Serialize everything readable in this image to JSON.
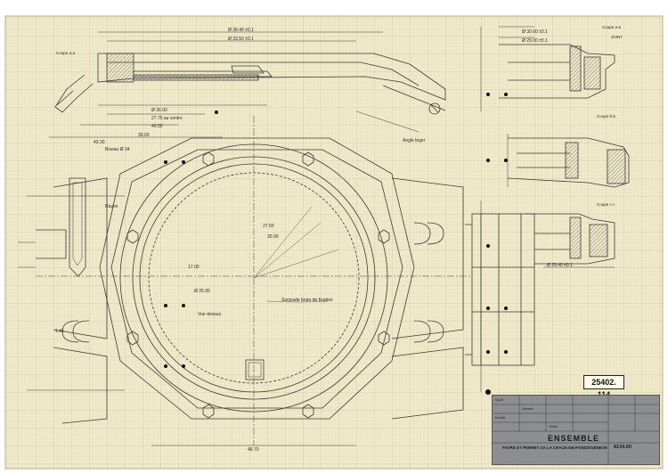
{
  "colors": {
    "paper": "#efe9c9",
    "grid_minor": "#d9d2b0",
    "grid_major": "#c7bf9a",
    "ink": "#3a3a3a",
    "title_block_bg": "#8d8e90"
  },
  "sections": {
    "a_a_top_left": "Coupe a-a",
    "a_a_right": "Coupe a-a",
    "joint": "JOINT",
    "b_b": "Coupe b-b",
    "c_c": "Coupe c-c"
  },
  "dimensions": {
    "top_1": "Ø 38.40 ±0.1",
    "top_2": "Ø 33.50 ±0.1",
    "d_36": "Ø 36.00",
    "au_centre": "27.75 au centre",
    "d_4050": "40.50",
    "d_3900": "39.00",
    "d_4330": "43.30",
    "biseau": "Biseau Ø 34",
    "angle": "Angle léger",
    "r_30_60": "Ø 30.60 ±0.1",
    "r_29_00": "Ø 29.00 ±0.1",
    "r_29_40": "Ø 29.40 ±0.1",
    "d_2750": "27.50",
    "d_2595": "Ø 25.95",
    "d_1700": "17.00",
    "d_3000": "30.00",
    "rayon": "Rayon",
    "surgrade": "Surgrade brute de fixation",
    "vue_dessus": "Vue dessus",
    "h_1": "1.45",
    "bottom_dim": "48.70"
  },
  "drawing_number": "25402. 114",
  "title_block": {
    "title": "ENSEMBLE",
    "company": "FAVRE ET PERRET SA LA CHAUX-DE-FONDS/GENEVE",
    "code": "8134.00",
    "small_1": "Modif.",
    "small_2": "Dessiné",
    "small_3": "Echelle",
    "small_4": "Vérifié"
  }
}
